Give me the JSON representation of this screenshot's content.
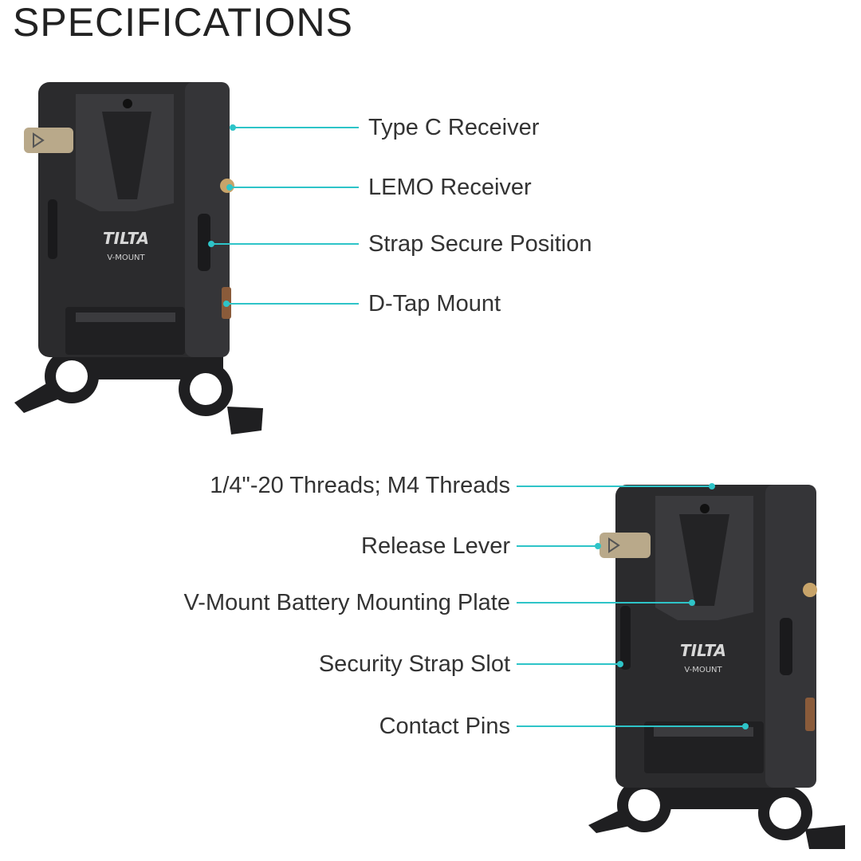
{
  "page": {
    "title": "SPECIFICATIONS"
  },
  "product": {
    "brand": "TILTA",
    "model": "V-MOUNT"
  },
  "top_callouts": [
    {
      "label": "Type C Receiver"
    },
    {
      "label": "LEMO Receiver"
    },
    {
      "label": "Strap Secure Position"
    },
    {
      "label": "D-Tap Mount"
    }
  ],
  "bottom_callouts": [
    {
      "label": "1/4\"-20 Threads; M4 Threads"
    },
    {
      "label": "Release Lever"
    },
    {
      "label": "V-Mount Battery Mounting Plate"
    },
    {
      "label": "Security Strap Slot"
    },
    {
      "label": "Contact Pins"
    }
  ],
  "colors": {
    "leader_line": "#2ec4c8",
    "device_body": "#2b2b2d",
    "lever": "#b9a98a"
  }
}
